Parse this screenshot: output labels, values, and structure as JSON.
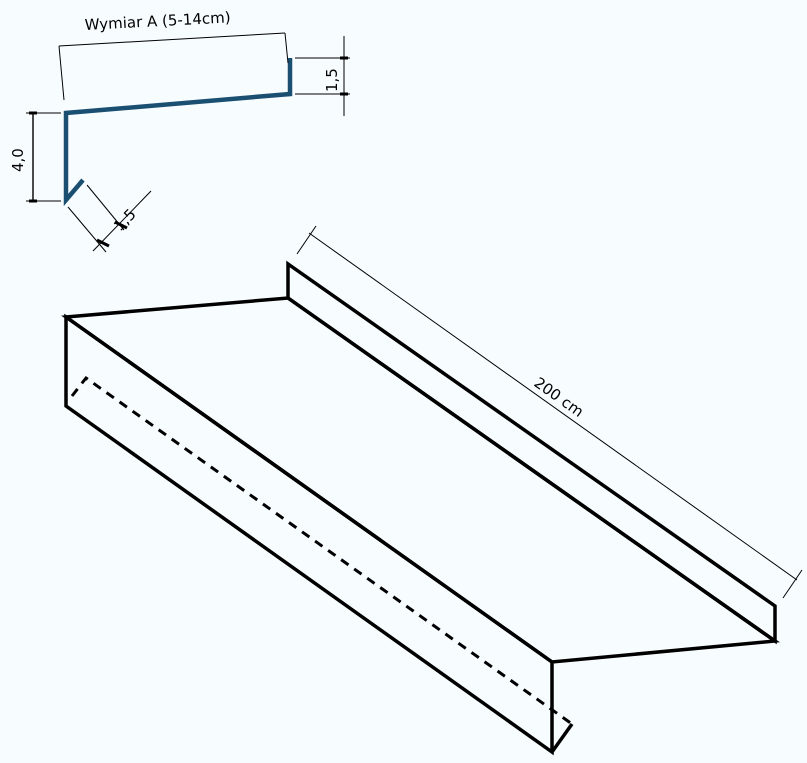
{
  "profile": {
    "dimension_a_label": "Wymiar A (5-14cm)",
    "top_flange_label": "1,5",
    "side_height_label": "4,0",
    "bottom_flange_label": "1,5",
    "color": "#1a4f72"
  },
  "sill": {
    "length_label": "200 cm"
  },
  "colors": {
    "line": "#000000",
    "background": "#f7fcfe"
  }
}
